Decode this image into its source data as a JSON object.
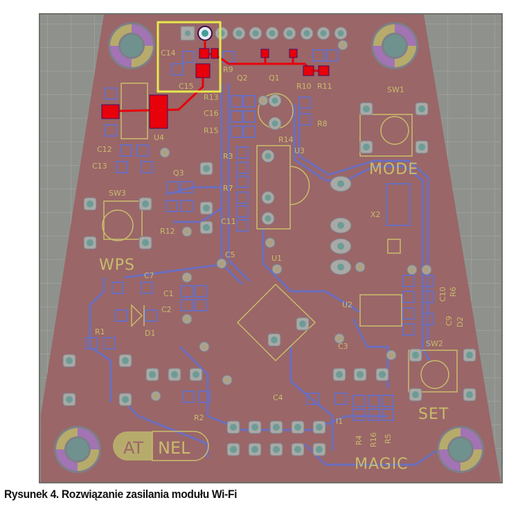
{
  "caption": "Rysunek 4. Rozwiązanie zasilania modułu Wi-Fi",
  "colors": {
    "background_grid": "#8f928c",
    "board": "#9a6668",
    "bottom_copper": "#6b6fc0",
    "top_copper_highlight": "#e8000a",
    "silkscreen": "#c9bd6a",
    "pad": "#a9a9a6",
    "pad_hole": "#5f9a94",
    "highlight_box": "#e6e94a",
    "mount_hole_purple": "#a274b4"
  },
  "labels": {
    "C14": "C14",
    "C15": "C15",
    "R9": "R9",
    "Q2": "Q2",
    "Q1": "Q1",
    "R10": "R10",
    "R11": "R11",
    "R13": "R13",
    "C16": "C16",
    "R15": "R15",
    "R8": "R8",
    "R14": "R14",
    "U3": "U3",
    "U4": "U4",
    "C12": "C12",
    "C13": "C13",
    "Q3": "Q3",
    "R3": "R3",
    "R7": "R7",
    "C11": "C11",
    "R12": "R12",
    "SW3": "SW3",
    "SW1": "SW1",
    "SW2": "SW2",
    "X2": "X2",
    "C5": "C5",
    "U1": "U1",
    "C7": "C7",
    "C1": "C1",
    "C2": "C2",
    "D1": "D1",
    "R1": "R1",
    "U2": "U2",
    "C10": "C10",
    "R6": "R6",
    "C9": "C9",
    "D2": "D2",
    "C3": "C3",
    "C4": "C4",
    "I1": "I1",
    "R4": "R4",
    "R16": "R16",
    "R5": "R5",
    "R2": "R2"
  },
  "board_text": {
    "mode": "MODE",
    "wps": "WPS",
    "set": "SET",
    "magic": "MAGIC",
    "logo_left": "AT",
    "logo_right": "NEL"
  },
  "highlight": {
    "description": "Power supply section for Wi-Fi module",
    "components": [
      "C14",
      "C15",
      "U4"
    ]
  }
}
